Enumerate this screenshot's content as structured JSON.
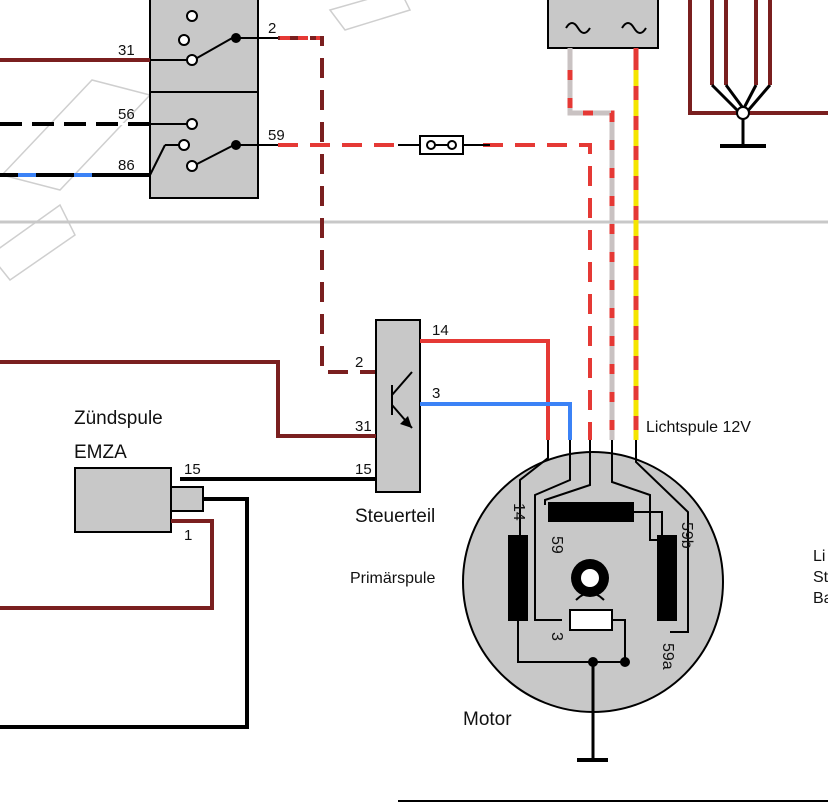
{
  "relay": {
    "pins": {
      "p31": "31",
      "p2": "2",
      "p56": "56",
      "p86": "86",
      "p59": "59"
    }
  },
  "steuerteil": {
    "label": "Steuerteil",
    "pins": {
      "p14": "14",
      "p3": "3",
      "p2": "2",
      "p31": "31",
      "p15": "15"
    }
  },
  "zuendspule": {
    "label_line1": "Zündspule",
    "label_line2": "EMZA",
    "pins": {
      "p15": "15",
      "p1": "1"
    }
  },
  "motor": {
    "label": "Motor",
    "primaerspule_label": "Primärspule",
    "lichtspule_label": "Lichtspule 12V",
    "inner": {
      "p14": "14",
      "p59": "59",
      "p59b": "59b",
      "p59a": "59a",
      "p3": "3"
    }
  },
  "truncated_right": {
    "line1": "Li",
    "line2": "St",
    "line3": "Ba"
  },
  "colors": {
    "brown": "#7a1f1f",
    "red": "#e53935",
    "blue": "#3b82f6",
    "yellow": "#f5e400",
    "grey_wire": "#c9c2c2",
    "body_grey": "#c8c8c8",
    "black": "#000000"
  }
}
